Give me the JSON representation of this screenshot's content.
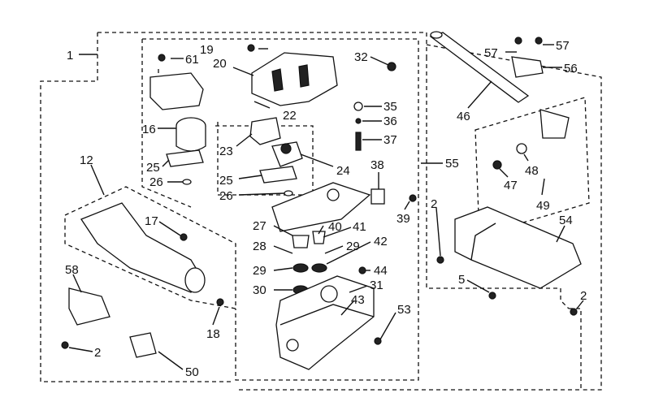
{
  "diagram": {
    "callouts": [
      "1",
      "2",
      "2",
      "2",
      "5",
      "12",
      "16",
      "17",
      "18",
      "19",
      "20",
      "22",
      "23",
      "24",
      "25",
      "25",
      "26",
      "26",
      "27",
      "28",
      "29",
      "29",
      "30",
      "31",
      "32",
      "35",
      "36",
      "37",
      "38",
      "39",
      "40",
      "41",
      "42",
      "43",
      "44",
      "46",
      "47",
      "48",
      "49",
      "50",
      "53",
      "54",
      "55",
      "56",
      "57",
      "57",
      "58",
      "61"
    ]
  }
}
